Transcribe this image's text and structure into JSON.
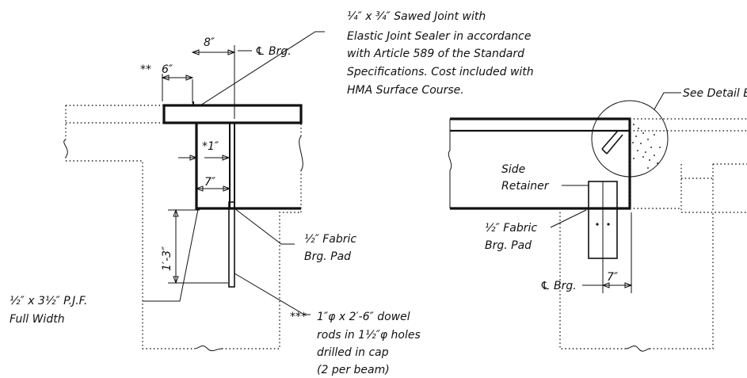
{
  "left_detail": {
    "dim_8": "8″",
    "dim_6_prefix": "**",
    "dim_6": "6″",
    "cl_brg": "℄ Brg.",
    "dim_1_star": "*1″",
    "dim_7": "7″",
    "dim_1_3": "1′-3″",
    "joint_note": [
      "¼″ x ¾″ Sawed Joint with",
      "Elastic Joint Sealer in accordance",
      "with Article 589 of the Standard",
      "Specifications. Cost included with",
      "HMA Surface Course."
    ],
    "fabric_pad": [
      "½″ Fabric",
      "Brg. Pad"
    ],
    "pjf": [
      "½″ x 3½″ P.J.F.",
      "Full Width"
    ],
    "dowel_prefix": "***",
    "dowel_note": [
      "1″φ x 2′-6″ dowel",
      "rods in 1½″φ holes",
      "drilled in cap",
      "(2 per beam)"
    ]
  },
  "right_detail": {
    "see_detail": "See Detail B",
    "side_retainer": [
      "Side",
      "Retainer"
    ],
    "fabric_pad": [
      "½″ Fabric",
      "Brg. Pad"
    ],
    "cl_brg": "℄ Brg.",
    "dim_7": "7″"
  }
}
